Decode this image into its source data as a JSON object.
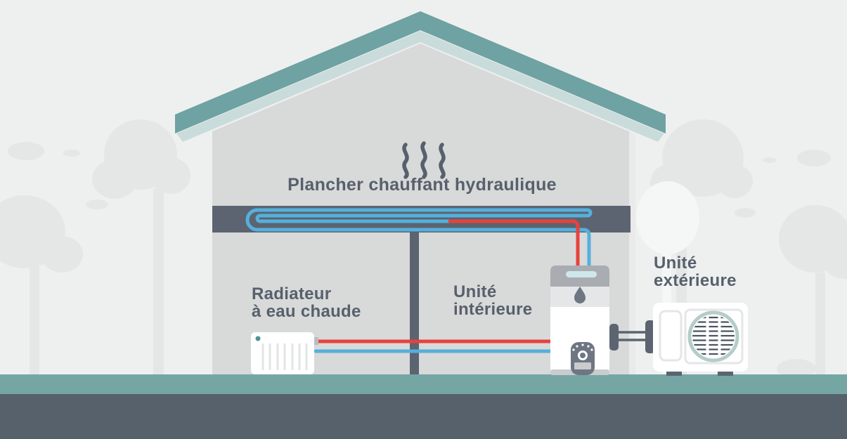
{
  "diagram": {
    "title": "Plancher chauffant hydraulique",
    "labels": {
      "radiator": "Radiateur\nà eau chaude",
      "indoor_unit": "Unité\nintérieure",
      "outdoor_unit": "Unité\nextérieure"
    },
    "icons": [
      "steam-icon",
      "water-drop-icon",
      "fan-icon"
    ],
    "colors": {
      "background": "#eef0ef",
      "tree": "#e4e7e6",
      "tree_light": "#f5f6f6",
      "house": "#d8d9d9",
      "wall_edge": "#e9eae9",
      "roof": "#6fa2a2",
      "roof_underside": "#c9dcdb",
      "slab": "#5b6470",
      "ground": "#76a6a4",
      "footer": "#57616c",
      "pipe_hot": "#e8423d",
      "pipe_cold": "#55b0dc",
      "text": "#57606c",
      "unit_cap": "#a9adb2",
      "unit_mid": "#e4e6e7",
      "vent": "#cfe7eb",
      "panel": "#6e7683",
      "unit_base": "#c9cbcd",
      "fan_ring": "#b5cdc9",
      "grille": "#4a5560",
      "radiator_fin": "#e3e4e5",
      "radiator_dot": "#4f9393",
      "stub": "#b9bcc0"
    }
  }
}
